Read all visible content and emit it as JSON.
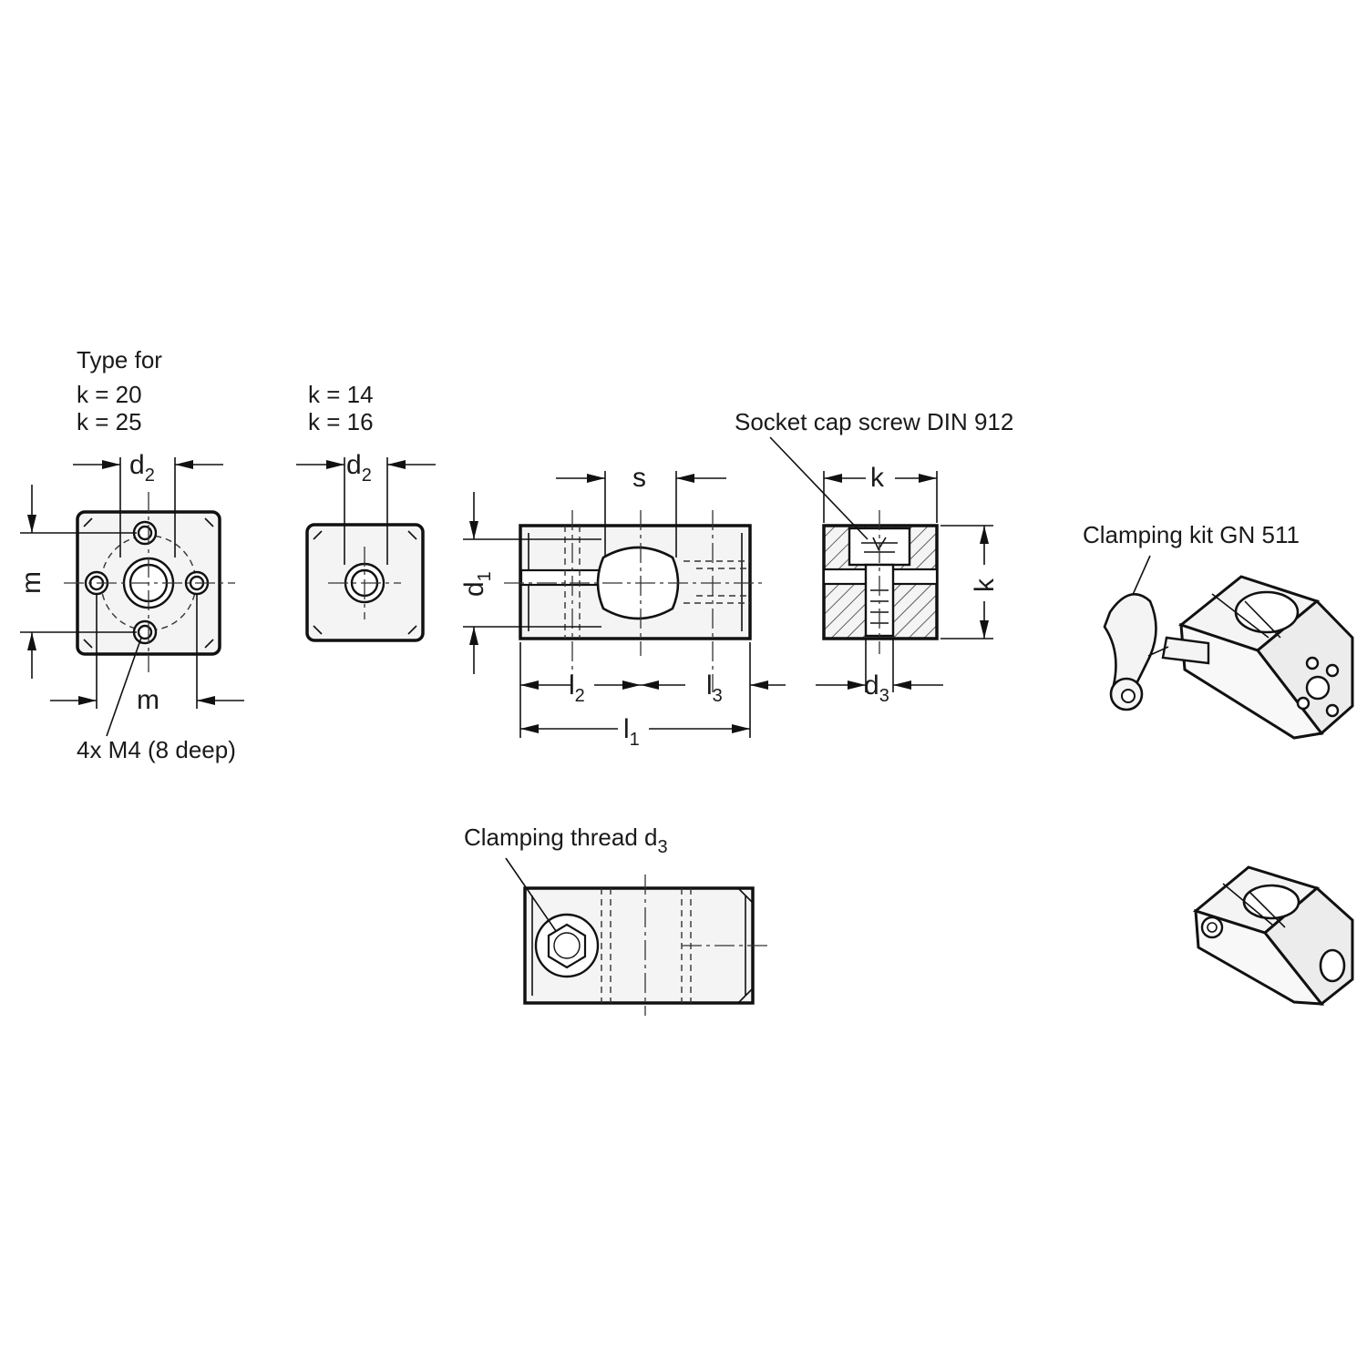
{
  "labels": {
    "type_for": "Type for",
    "k20": "k = 20",
    "k25": "k = 25",
    "k14": "k = 14",
    "k16": "k = 16",
    "socket_screw": "Socket cap screw  DIN 912",
    "clamping_kit": "Clamping kit  GN 511",
    "holes_note": "4x M4 (8 deep)",
    "clamping_thread": "Clamping thread d",
    "clamping_thread_sub": "3"
  },
  "dims": {
    "d": "d",
    "l": "l",
    "m": "m",
    "s": "s",
    "k": "k",
    "sub1": "1",
    "sub2": "2",
    "sub3": "3"
  }
}
